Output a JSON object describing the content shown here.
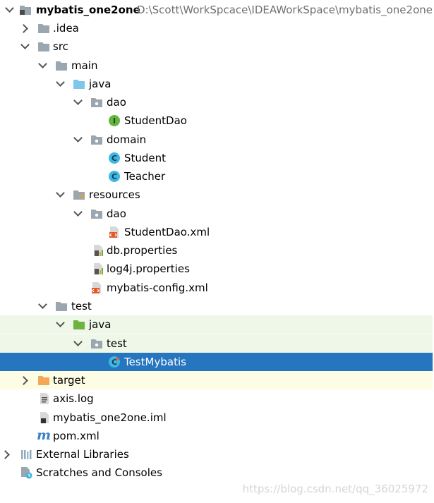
{
  "project": {
    "name": "mybatis_one2one",
    "path": "D:\\Scott\\WorkSpcace\\IDEAWorkSpace\\mybatis_one2one"
  },
  "tree": {
    "idea": ".idea",
    "src": "src",
    "main": "main",
    "main_java": "java",
    "dao_pkg": "dao",
    "student_dao": "StudentDao",
    "domain_pkg": "domain",
    "student": "Student",
    "teacher": "Teacher",
    "resources": "resources",
    "res_dao": "dao",
    "student_dao_xml": "StudentDao.xml",
    "db_properties": "db.properties",
    "log4j_properties": "log4j.properties",
    "mybatis_config": "mybatis-config.xml",
    "test": "test",
    "test_java": "java",
    "test_pkg": "test",
    "test_mybatis": "TestMybatis",
    "target": "target",
    "axis_log": "axis.log",
    "iml": "mybatis_one2one.iml",
    "pom": "pom.xml",
    "external_libraries": "External Libraries",
    "scratches": "Scratches and Consoles"
  },
  "icons": {
    "interface_letter": "I",
    "class_letter": "C",
    "maven_letter": "m"
  },
  "watermark": "https://blog.csdn.net/qq_36025972",
  "colors": {
    "selection": "#2675bf",
    "test_highlight": "#eff8e8",
    "excluded_highlight": "#fdfde5",
    "folder": "#9aa7b0",
    "source_folder": "#7fc7e8",
    "test_folder": "#6db33f",
    "excluded_folder": "#f4a857"
  }
}
